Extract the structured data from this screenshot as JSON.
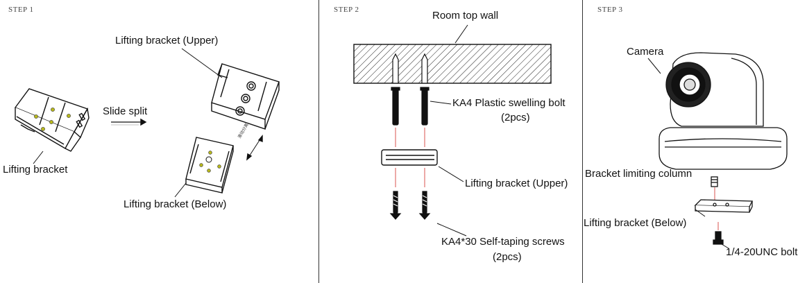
{
  "panels": [
    {
      "step": "STEP 1",
      "labels": {
        "upper": "Lifting bracket (Upper)",
        "slide": "Slide split",
        "bracket": "Lifting bracket",
        "below": "Lifting bracket (Below)"
      }
    },
    {
      "step": "STEP 2",
      "labels": {
        "wall": "Room top wall",
        "bolt": "KA4 Plastic swelling bolt",
        "bolt_qty": "(2pcs)",
        "upper": "Lifting bracket (Upper)",
        "screws": "KA4*30 Self-taping screws",
        "screws_qty": "(2pcs)"
      }
    },
    {
      "step": "STEP 3",
      "labels": {
        "camera": "Camera",
        "column": "Bracket limiting column",
        "below": "Lifting bracket (Below)",
        "unc": "1/4-20UNC bolt"
      }
    }
  ],
  "colors": {
    "line": "#111111",
    "guide": "#d9534f",
    "dot": "#b8b81e"
  }
}
